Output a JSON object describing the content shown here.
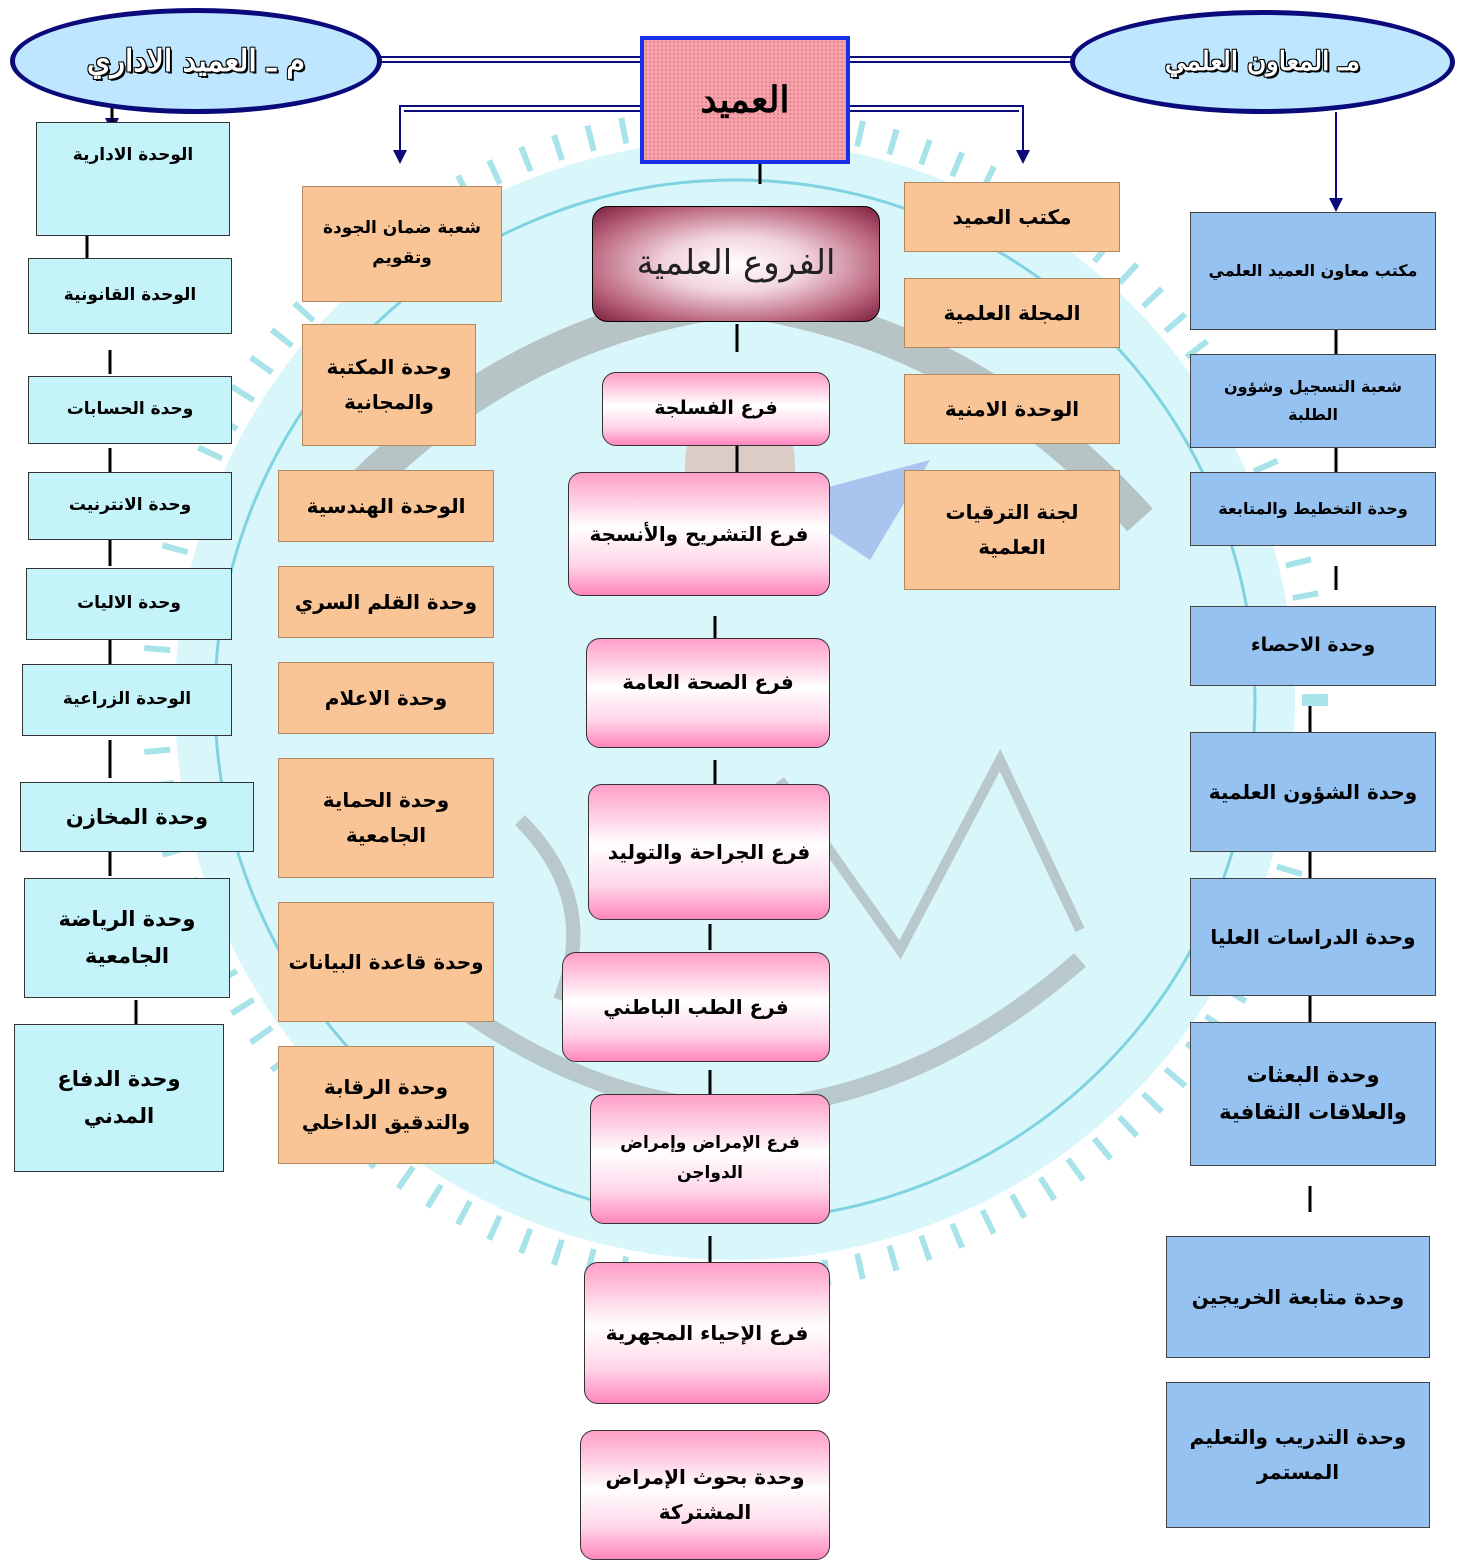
{
  "top": {
    "dean": "العميد",
    "admin_assistant": "م ـ العميد الاداري",
    "science_assistant": "مـ المعاون العلمي"
  },
  "admin_units": [
    "الوحدة الادارية",
    "الوحدة القانونية",
    "وحدة الحسابات",
    "وحدة الانترنيت",
    "وحدة الاليات",
    "الوحدة الزراعية",
    "وحدة المخازن",
    "وحدة الرياضة الجامعية",
    "وحدة الدفاع المدني"
  ],
  "dean_left_units": [
    "شعبة ضمان الجودة وتقويم",
    "وحدة المكتبة والمجانية",
    "الوحدة الهندسية",
    "وحدة القلم السري",
    "وحدة الاعلام",
    "وحدة الحماية الجامعية",
    "وحدة قاعدة البيانات",
    "وحدة الرقابة والتدقيق الداخلي"
  ],
  "dean_right_units": [
    "مكتب العميد",
    "المجلة العلمية",
    "الوحدة الامنية",
    "لجنة الترقيات العلمية"
  ],
  "branches_title": "الفروع العلمية",
  "branches": [
    "فرع الفسلجة",
    "فرع التشريح والأنسجة",
    "فرع الصحة العامة",
    "فرع الجراحة والتوليد",
    "فرع الطب الباطني",
    "فرع الإمراض وإمراض الدواجن",
    "فرع الإحياء المجهرية",
    "وحدة بحوث الإمراض المشتركة"
  ],
  "science_units": [
    "مكتب معاون العميد العلمي",
    "شعبة التسجيل وشؤون الطلبة",
    "وحدة التخطيط والمتابعة",
    "وحدة الاحصاء",
    "وحدة الشؤون العلمية",
    "وحدة الدراسات العليا",
    "وحدة البعثات والعلاقات الثقافية",
    "وحدة متابعة الخريجين",
    "وحدة التدريب والتعليم المستمر"
  ],
  "colors": {
    "admin_box": "#c5f3fa",
    "dean_unit_box": "#f9c596",
    "science_box": "#96c2f2",
    "branch_box": "#ff9ec7",
    "dean_box": "#f7a4ad",
    "dean_border": "#1830e8",
    "ellipse_border": "#0a0a7a",
    "connector": "#0a0a7a"
  }
}
